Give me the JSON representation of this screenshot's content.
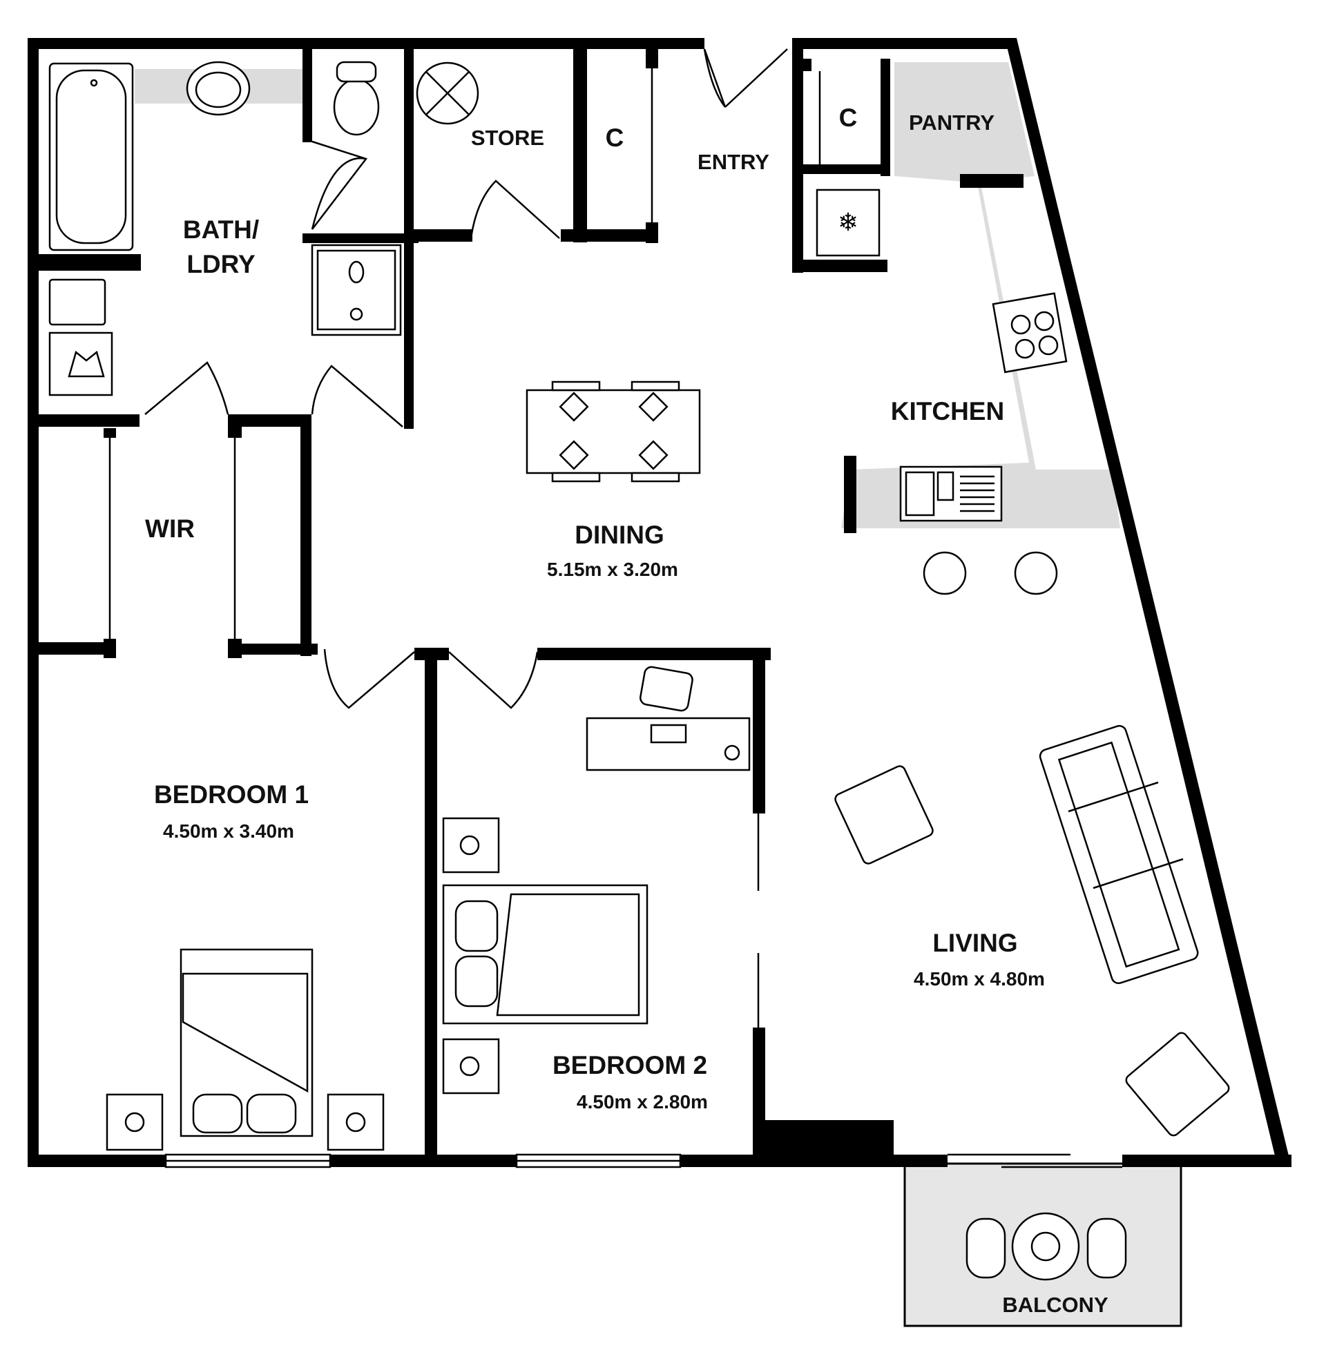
{
  "plan": {
    "rooms": {
      "bath": {
        "name": "BATH/",
        "name2": "LDRY"
      },
      "store": {
        "name": "STORE"
      },
      "cupboard1": {
        "name": "C"
      },
      "cupboard2": {
        "name": "C"
      },
      "entry": {
        "name": "ENTRY"
      },
      "pantry": {
        "name": "PANTRY"
      },
      "kitchen": {
        "name": "KITCHEN"
      },
      "wir": {
        "name": "WIR"
      },
      "dining": {
        "name": "DINING",
        "dims": "5.15m x 3.20m"
      },
      "bedroom1": {
        "name": "BEDROOM 1",
        "dims": "4.50m x 3.40m"
      },
      "bedroom2": {
        "name": "BEDROOM 2",
        "dims": "4.50m x 2.80m"
      },
      "living": {
        "name": "LIVING",
        "dims": "4.50m x 4.80m"
      },
      "balcony": {
        "name": "BALCONY"
      }
    },
    "colors": {
      "wall": "#000000",
      "bench": "#dcdcdc",
      "balcony": "#e6e6e6",
      "background": "#ffffff"
    }
  }
}
